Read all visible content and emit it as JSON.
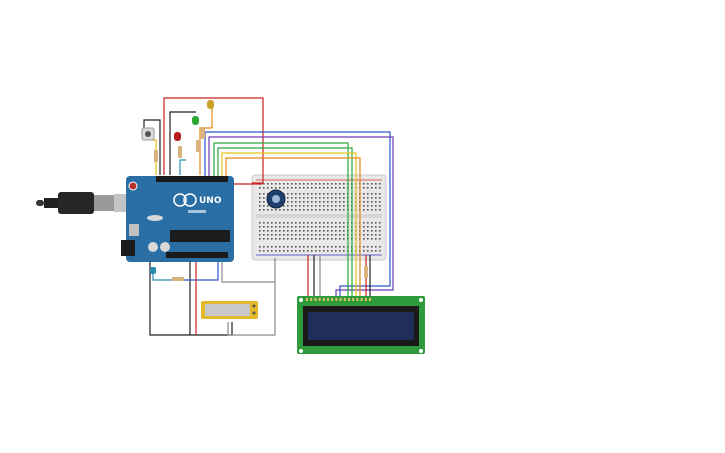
{
  "circuit": {
    "board": {
      "brand_label": "UNO",
      "color": "#2a6ea6"
    },
    "components": {
      "leds": [
        {
          "name": "led-yellow",
          "color": "#c9a227"
        },
        {
          "name": "led-green",
          "color": "#2fa836"
        },
        {
          "name": "led-red",
          "color": "#b81d1d"
        }
      ],
      "potentiometer_color": "#1e3f6e",
      "lcd": {
        "screen_color": "#1f2f5a",
        "pcb_color": "#2e9a3c"
      },
      "piezo_color": "#e3b92a"
    },
    "wire_colors": {
      "red": "#cc2020",
      "black": "#222222",
      "blue": "#2a58c8",
      "purple": "#6a3bb8",
      "green": "#2aa83a",
      "yellow": "#e6c219",
      "orange": "#e38a1a",
      "gray": "#8a8a8a",
      "teal": "#2a8bb0"
    }
  }
}
